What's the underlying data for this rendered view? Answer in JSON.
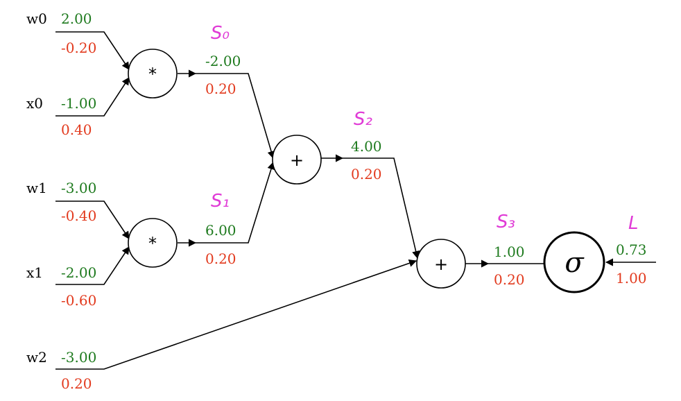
{
  "colors": {
    "forward": "#1e7a1e",
    "gradient": "#e23a1e",
    "annotation": "#e03ad6",
    "line": "#000000"
  },
  "inputs": [
    {
      "name": "w0",
      "value": "2.00",
      "grad": "-0.20"
    },
    {
      "name": "x0",
      "value": "-1.00",
      "grad": "0.40"
    },
    {
      "name": "w1",
      "value": "-3.00",
      "grad": "-0.40"
    },
    {
      "name": "x1",
      "value": "-2.00",
      "grad": "-0.60"
    },
    {
      "name": "w2",
      "value": "-3.00",
      "grad": "0.20"
    }
  ],
  "nodes": {
    "mul0": {
      "symbol": "*"
    },
    "mul1": {
      "symbol": "*"
    },
    "add0": {
      "symbol": "+"
    },
    "add1": {
      "symbol": "+"
    },
    "sigmoid": {
      "symbol": "σ"
    }
  },
  "edges": {
    "s0": {
      "value": "-2.00",
      "grad": "0.20",
      "annotation": "S₀"
    },
    "s1": {
      "value": "6.00",
      "grad": "0.20",
      "annotation": "S₁"
    },
    "s2": {
      "value": "4.00",
      "grad": "0.20",
      "annotation": "S₂"
    },
    "s3": {
      "value": "1.00",
      "grad": "0.20",
      "annotation": "S₃"
    },
    "out": {
      "value": "0.73",
      "grad": "1.00",
      "annotation": "L"
    }
  }
}
